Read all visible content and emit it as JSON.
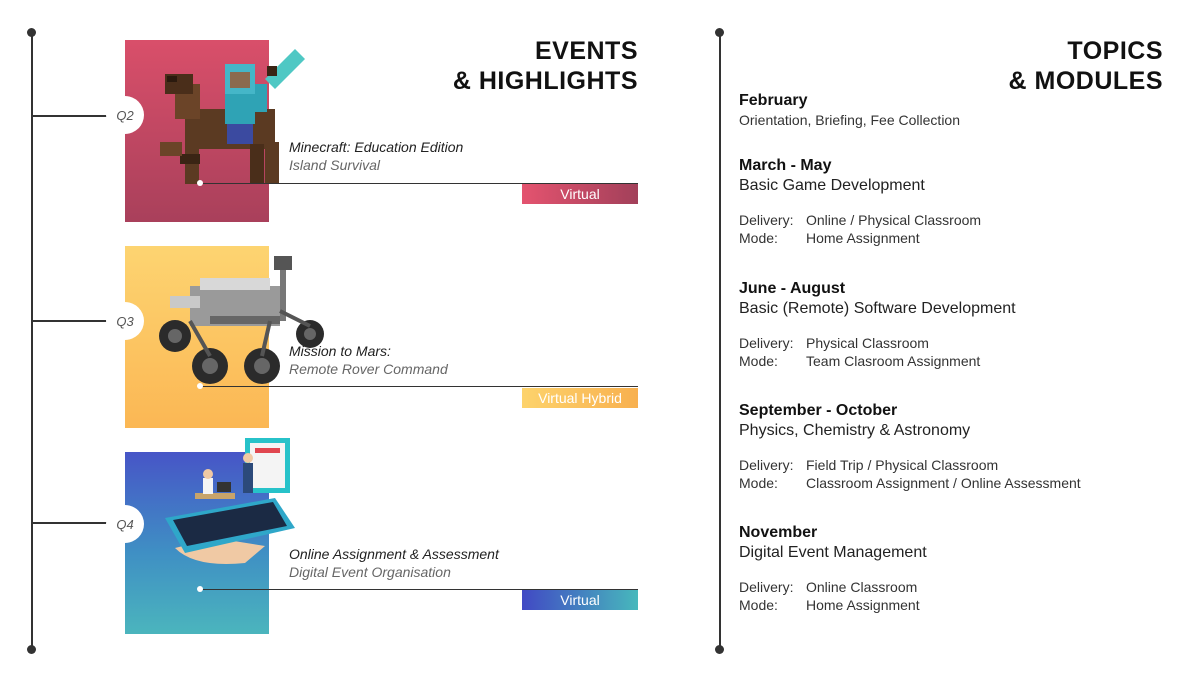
{
  "events_heading": {
    "line1": "EVENTS",
    "line2": "& HIGHLIGHTS"
  },
  "topics_heading": {
    "line1": "TOPICS",
    "line2": "& MODULES"
  },
  "events": [
    {
      "quarter": "Q2",
      "title": "Minecraft: Education Edition",
      "subtitle": "Island Survival",
      "tag": "Virtual",
      "image": "minecraft-character-on-horse-illustration"
    },
    {
      "quarter": "Q3",
      "title": "Mission to Mars:",
      "subtitle": "Remote Rover Command",
      "tag": "Virtual Hybrid",
      "image": "mars-rover-illustration"
    },
    {
      "quarter": "Q4",
      "title": "Online Assignment & Assessment",
      "subtitle": "Digital Event Organisation",
      "tag": "Virtual",
      "image": "hand-holding-phone-online-lesson-illustration"
    }
  ],
  "topics": [
    {
      "month": "February",
      "detail": "Orientation, Briefing, Fee Collection"
    },
    {
      "month": "March - May",
      "name": "Basic Game Development",
      "delivery_label": "Delivery:",
      "delivery": "Online / Physical Classroom",
      "mode_label": "Mode:",
      "mode": "Home Assignment"
    },
    {
      "month": "June - August",
      "name": "Basic (Remote) Software Development",
      "delivery_label": "Delivery:",
      "delivery": "Physical Classroom",
      "mode_label": "Mode:",
      "mode": "Team Clasroom Assignment"
    },
    {
      "month": "September - October",
      "name": "Physics, Chemistry & Astronomy",
      "delivery_label": "Delivery:",
      "delivery": "Field Trip / Physical Classroom",
      "mode_label": "Mode:",
      "mode": "Classroom Assignment / Online Assessment"
    },
    {
      "month": "November",
      "name": "Digital Event Management",
      "delivery_label": "Delivery:",
      "delivery": "Online Classroom",
      "mode_label": "Mode:",
      "mode": "Home Assignment"
    }
  ],
  "colors": {
    "q2_accent": "#d94f6a",
    "q3_accent": "#fbb754",
    "q4_accent": "#4755c7",
    "line": "#333333"
  }
}
